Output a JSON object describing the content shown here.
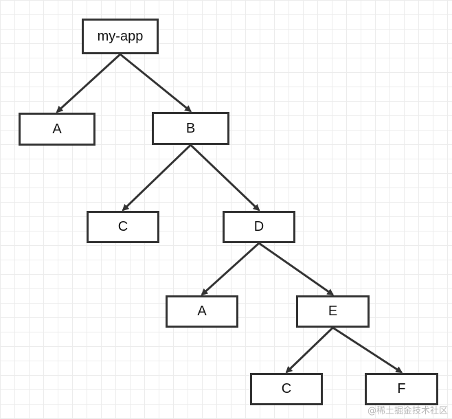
{
  "diagram": {
    "nodes": [
      {
        "id": "root",
        "label": "my-app"
      },
      {
        "id": "a1",
        "label": "A"
      },
      {
        "id": "b",
        "label": "B"
      },
      {
        "id": "c1",
        "label": "C"
      },
      {
        "id": "d",
        "label": "D"
      },
      {
        "id": "a2",
        "label": "A"
      },
      {
        "id": "e",
        "label": "E"
      },
      {
        "id": "c2",
        "label": "C"
      },
      {
        "id": "f",
        "label": "F"
      }
    ],
    "edges": [
      {
        "from": "root",
        "to": "a1"
      },
      {
        "from": "root",
        "to": "b"
      },
      {
        "from": "b",
        "to": "c1"
      },
      {
        "from": "b",
        "to": "d"
      },
      {
        "from": "d",
        "to": "a2"
      },
      {
        "from": "d",
        "to": "e"
      },
      {
        "from": "e",
        "to": "c2"
      },
      {
        "from": "e",
        "to": "f"
      }
    ],
    "colors": {
      "stroke": "#333333",
      "grid": "#ececec",
      "background": "#ffffff"
    }
  },
  "watermark": "@稀土掘金技术社区"
}
